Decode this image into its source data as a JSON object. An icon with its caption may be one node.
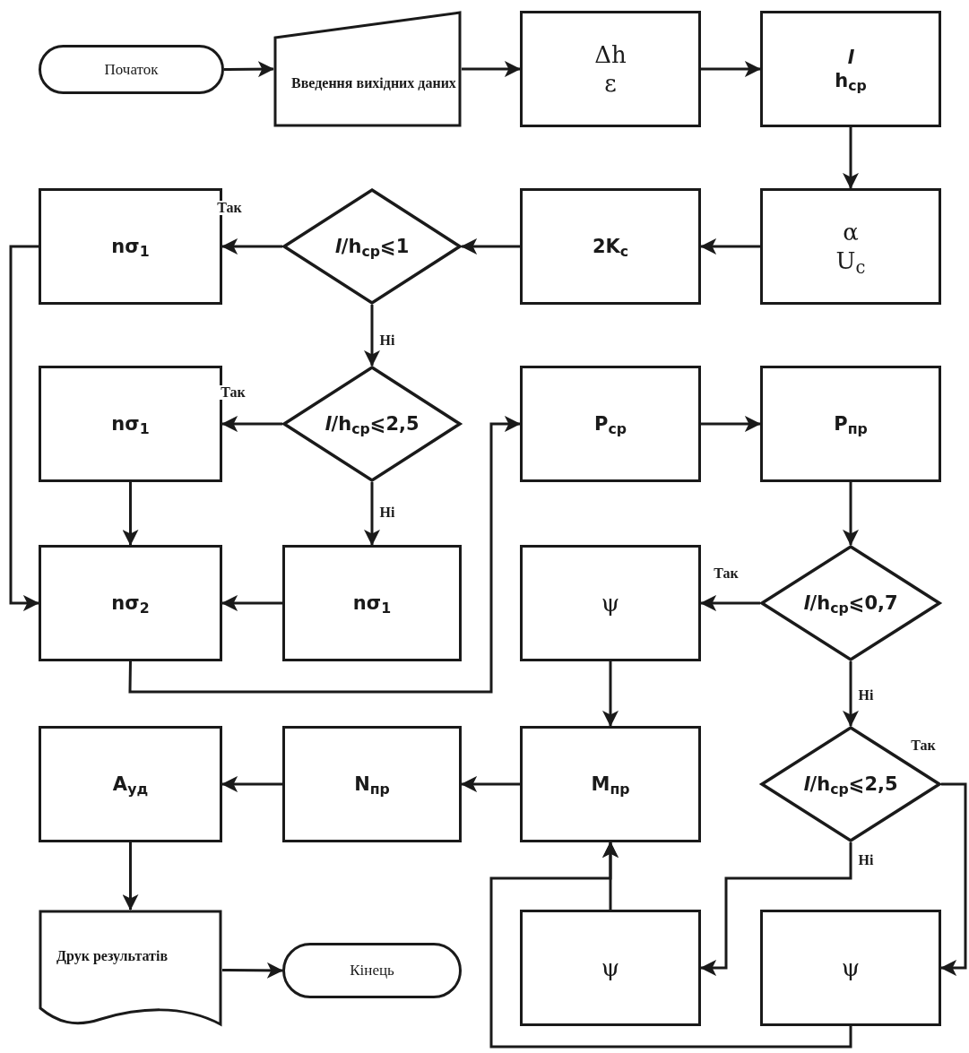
{
  "diagram": {
    "nodes": [
      {
        "text": [
          "Початок"
        ]
      },
      {
        "text": [
          "Введення вихідних даних"
        ]
      },
      {
        "text": [
          "Δh",
          "ε"
        ]
      },
      {
        "text": [
          "*l*",
          "h$_{ср}$"
        ]
      },
      {
        "text": [
          "α",
          "U$_{c}$"
        ]
      },
      {
        "text": [
          "2K$_{c}$"
        ]
      },
      {
        "text": [
          "*l*/h$_{ср}$⩽1"
        ]
      },
      {
        "text": [
          "nσ$_{1}$"
        ]
      },
      {
        "text": [
          "*l*/h$_{ср}$⩽2,5"
        ]
      },
      {
        "text": [
          "nσ$_{1}$"
        ]
      },
      {
        "text": [
          "P$_{ср}$"
        ]
      },
      {
        "text": [
          "P$_{пр}$"
        ]
      },
      {
        "text": [
          "nσ$_{2}$"
        ]
      },
      {
        "text": [
          "nσ$_{1}$"
        ]
      },
      {
        "text": [
          "ψ"
        ]
      },
      {
        "text": [
          "*l*/h$_{ср}$⩽0,7"
        ]
      },
      {
        "text": [
          "A$_{уд}$"
        ]
      },
      {
        "text": [
          "N$_{пр}$"
        ]
      },
      {
        "text": [
          "M$_{пр}$"
        ]
      },
      {
        "text": [
          "*l*/h$_{ср}$⩽2,5"
        ]
      },
      {
        "text": [
          "Друк результатів"
        ]
      },
      {
        "text": [
          "Кінець"
        ]
      },
      {
        "text": [
          "ψ"
        ]
      },
      {
        "text": [
          "ψ"
        ]
      }
    ],
    "edges": [
      {
        "from": 0,
        "to": 1,
        "arrow": "to"
      },
      {
        "from": 1,
        "to": 2,
        "arrow": "to"
      },
      {
        "from": 2,
        "to": 3,
        "arrow": "to"
      },
      {
        "from": 3,
        "to": 4,
        "arrow": "to"
      },
      {
        "from": 4,
        "to": 5,
        "arrow": "to"
      },
      {
        "from": 5,
        "to": 6,
        "arrow": "to"
      },
      {
        "from": 6,
        "to": 7,
        "arrow": "to",
        "label": "Так"
      },
      {
        "from": 6,
        "to": 8,
        "arrow": "to",
        "label": "Ні"
      },
      {
        "from": 8,
        "to": 9,
        "arrow": "to",
        "label": "Так"
      },
      {
        "from": 8,
        "to": 13,
        "arrow": "to",
        "label": "Ні"
      },
      {
        "from": 9,
        "to": 12,
        "arrow": "to"
      },
      {
        "from": 7,
        "to": 12,
        "arrow": "to"
      },
      {
        "from": 13,
        "to": 12,
        "arrow": "to"
      },
      {
        "from": 12,
        "to": 10,
        "arrow": "to"
      },
      {
        "from": 10,
        "to": 11,
        "arrow": "to"
      },
      {
        "from": 11,
        "to": 15,
        "arrow": "to"
      },
      {
        "from": 15,
        "to": 14,
        "arrow": "to",
        "label": "Так"
      },
      {
        "from": 15,
        "to": 19,
        "arrow": "to",
        "label": "Ні"
      },
      {
        "from": 14,
        "to": 18,
        "arrow": "to"
      },
      {
        "from": 19,
        "to": 23,
        "arrow": "to",
        "label": "Так"
      },
      {
        "from": 19,
        "to": 22,
        "arrow": "to",
        "label": "Ні"
      },
      {
        "from": 22,
        "to": 18,
        "arrow": "to"
      },
      {
        "from": 23,
        "to": 18,
        "arrow": "to"
      },
      {
        "from": 18,
        "to": 17,
        "arrow": "to"
      },
      {
        "from": 17,
        "to": 16,
        "arrow": "to"
      },
      {
        "from": 16,
        "to": 20,
        "arrow": "to"
      },
      {
        "from": 20,
        "to": 21,
        "arrow": "to"
      }
    ]
  }
}
